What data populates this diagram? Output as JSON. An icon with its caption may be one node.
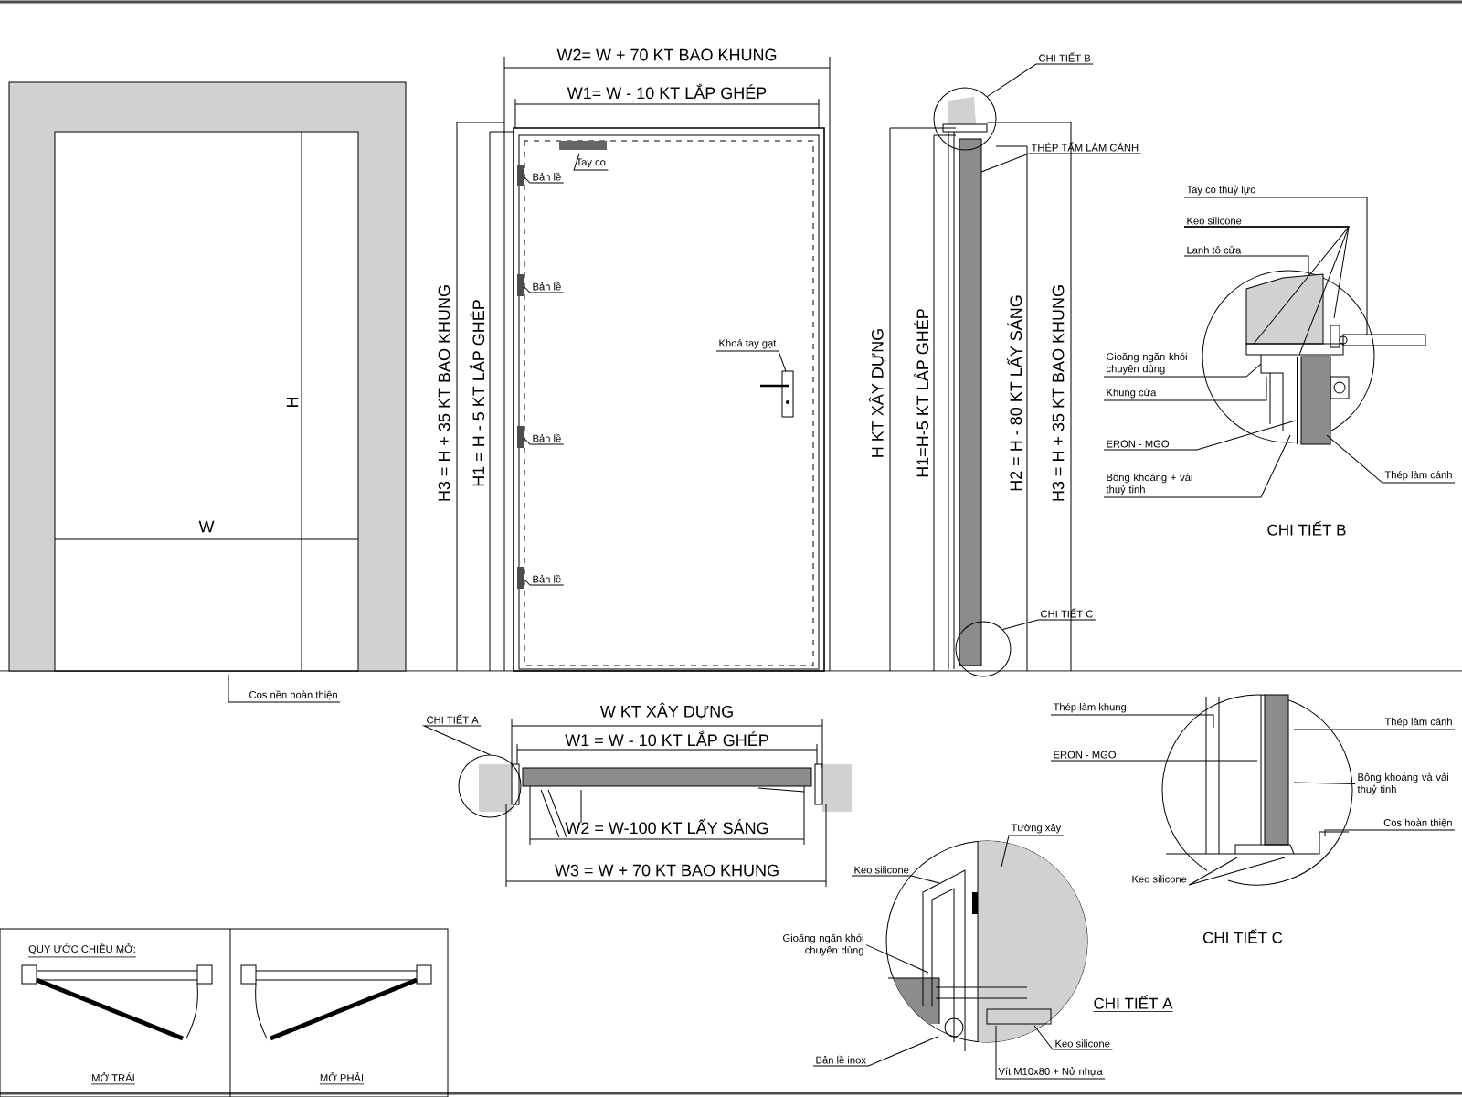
{
  "diagram": {
    "nodes": [
      {
        "text": [
          "Cos nền hoàn thiện"
        ]
      },
      {
        "text": [
          "Tay co"
        ]
      },
      {
        "text": [
          "Bản lề"
        ]
      },
      {
        "text": [
          "Bản lề"
        ]
      },
      {
        "text": [
          "Bản lề"
        ]
      },
      {
        "text": [
          "Bản lề"
        ]
      },
      {
        "text": [
          "Khoá tay gạt"
        ]
      },
      {
        "text": [
          "CHI TIẾT B"
        ]
      },
      {
        "text": [],
        "shape": "circle"
      },
      {
        "text": [
          "THÉP TẤM LÀM CÁNH"
        ]
      },
      {
        "text": [
          "CHI TIẾT C"
        ]
      },
      {
        "text": [],
        "shape": "circle"
      },
      {
        "text": [
          "Tay co thuỷ lực"
        ]
      },
      {
        "text": [
          "Keo silicone"
        ]
      },
      {
        "text": [
          "Lanh tô cửa"
        ]
      },
      {
        "text": [
          "Gioăng ngăn khói chuyên dùng"
        ]
      },
      {
        "text": [
          "Khung cửa"
        ]
      },
      {
        "text": [
          "ERON - MGO"
        ]
      },
      {
        "text": [
          "Bông khoáng + vải thuỷ tinh"
        ]
      },
      {
        "text": [
          "Thép làm cánh"
        ]
      },
      {
        "text": [
          "CHI TIẾT A"
        ]
      },
      {
        "text": [],
        "shape": "circle"
      },
      {
        "text": [
          "Thép làm khung"
        ]
      },
      {
        "text": [
          "ERON - MGO"
        ]
      },
      {
        "text": [
          "Thép làm cánh"
        ]
      },
      {
        "text": [
          "Bông khoáng và vải thuỷ tinh"
        ]
      },
      {
        "text": [
          "Cos hoàn thiện"
        ]
      },
      {
        "text": [
          "Keo silicone"
        ]
      },
      {
        "text": [
          "Tường xây"
        ]
      },
      {
        "text": [
          "Keo silicone"
        ]
      },
      {
        "text": [
          "Gioăng ngăn khói chuyên dùng"
        ]
      },
      {
        "text": [
          "Bản lề inox"
        ]
      },
      {
        "text": [
          "Vít M10x80 + Nở nhựa"
        ]
      },
      {
        "text": [
          "Keo silicone"
        ]
      }
    ],
    "edges": [
      {
        "from": 0,
        "to": null,
        "arrow": "none"
      },
      {
        "from": 1,
        "to": null,
        "arrow": "none"
      },
      {
        "from": 2,
        "to": null,
        "arrow": "none"
      },
      {
        "from": 3,
        "to": null,
        "arrow": "none"
      },
      {
        "from": 4,
        "to": null,
        "arrow": "none"
      },
      {
        "from": 5,
        "to": null,
        "arrow": "none"
      },
      {
        "from": 6,
        "to": null,
        "arrow": "none"
      },
      {
        "from": 7,
        "to": 8,
        "arrow": "none"
      },
      {
        "from": 9,
        "to": null,
        "arrow": "none"
      },
      {
        "from": 10,
        "to": 11,
        "arrow": "none"
      },
      {
        "from": 12,
        "to": null,
        "arrow": "none"
      },
      {
        "from": 13,
        "to": null,
        "arrow": "none"
      },
      {
        "from": 13,
        "to": null,
        "arrow": "none"
      },
      {
        "from": 13,
        "to": null,
        "arrow": "none"
      },
      {
        "from": 14,
        "to": null,
        "arrow": "none"
      },
      {
        "from": 15,
        "to": null,
        "arrow": "none"
      },
      {
        "from": 16,
        "to": null,
        "arrow": "none"
      },
      {
        "from": 17,
        "to": null,
        "arrow": "none"
      },
      {
        "from": 18,
        "to": null,
        "arrow": "none"
      },
      {
        "from": 19,
        "to": null,
        "arrow": "none"
      },
      {
        "from": 20,
        "to": 21,
        "arrow": "none"
      },
      {
        "from": 22,
        "to": null,
        "arrow": "none"
      },
      {
        "from": 23,
        "to": null,
        "arrow": "none"
      },
      {
        "from": 24,
        "to": null,
        "arrow": "none"
      },
      {
        "from": 25,
        "to": null,
        "arrow": "none"
      },
      {
        "from": 26,
        "to": null,
        "arrow": "none"
      },
      {
        "from": 27,
        "to": null,
        "arrow": "none"
      },
      {
        "from": 27,
        "to": null,
        "arrow": "none"
      },
      {
        "from": 28,
        "to": null,
        "arrow": "none"
      },
      {
        "from": 29,
        "to": null,
        "arrow": "none"
      },
      {
        "from": 30,
        "to": null,
        "arrow": "none"
      },
      {
        "from": 31,
        "to": null,
        "arrow": "none"
      },
      {
        "from": 32,
        "to": null,
        "arrow": "none"
      },
      {
        "from": 33,
        "to": null,
        "arrow": "none"
      }
    ],
    "labels": [
      "H",
      "W",
      "W2= W + 70 KT BAO KHUNG",
      "W1= W - 10 KT LẮP GHÉP",
      "H3 = H + 35 KT BAO KHUNG",
      "H1 = H - 5 KT LẮP GHÉP",
      "H KT XÂY DỰNG",
      "H1=H-5 KT LẮP GHÉP",
      "H2 = H - 80 KT LẤY SÁNG",
      "H3 = H + 35 KT BAO KHUNG",
      "CHI TIẾT B",
      "W KT XÂY DỰNG",
      "W1 = W - 10 KT LẮP GHÉP",
      "W2 = W-100 KT LẤY SÁNG",
      "W3 = W + 70 KT BAO KHUNG",
      "CHI TIẾT C",
      "CHI TIẾT A",
      "QUY ƯỚC CHIỀU MỞ:",
      "MỞ TRÁI",
      "MỞ PHẢI"
    ]
  }
}
